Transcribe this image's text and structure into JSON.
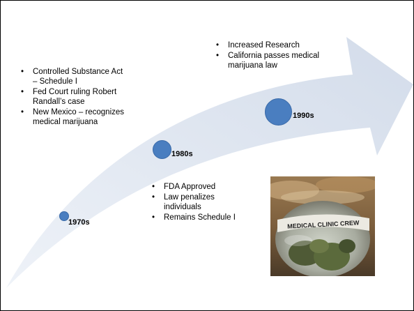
{
  "timeline": {
    "events": [
      {
        "decade": "1970s",
        "bullets": [
          "Controlled Substance Act – Schedule I",
          "Fed Court ruling Robert Randall’s case",
          "New Mexico – recognizes medical marijuana"
        ]
      },
      {
        "decade": "1980s",
        "bullets": [
          "FDA Approved",
          "Law penalizes individuals",
          "Remains Schedule I"
        ]
      },
      {
        "decade": "1990s",
        "bullets": [
          "Increased Research",
          "California passes medical marijuana law"
        ]
      }
    ]
  },
  "colors": {
    "arrow_fill": "#dce3ef",
    "marker_fill": "#4a7ec0"
  },
  "photo": {
    "label": "medical marijuana jar",
    "jar_text": "MEDICAL CLINIC CREW"
  }
}
